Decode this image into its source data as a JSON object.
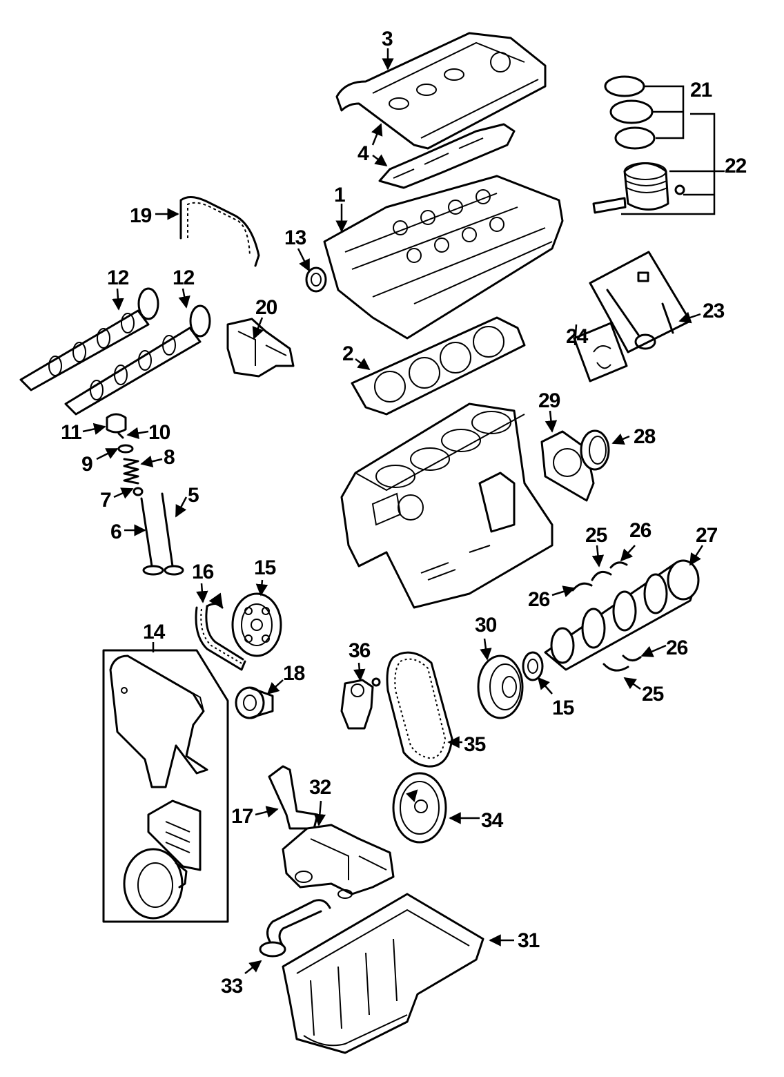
{
  "callouts": {
    "c1": "1",
    "c2": "2",
    "c3": "3",
    "c4": "4",
    "c5": "5",
    "c6": "6",
    "c7": "7",
    "c8": "8",
    "c9": "9",
    "c10": "10",
    "c11": "11",
    "c12a": "12",
    "c12b": "12",
    "c13": "13",
    "c14": "14",
    "c15a": "15",
    "c15b": "15",
    "c16": "16",
    "c17": "17",
    "c18": "18",
    "c19": "19",
    "c20": "20",
    "c21": "21",
    "c22": "22",
    "c23": "23",
    "c24": "24",
    "c25a": "25",
    "c25b": "25",
    "c26a": "26",
    "c26b": "26",
    "c26c": "26",
    "c27": "27",
    "c28": "28",
    "c29": "29",
    "c30": "30",
    "c31": "31",
    "c32": "32",
    "c33": "33",
    "c34": "34",
    "c35": "35",
    "c36": "36"
  }
}
